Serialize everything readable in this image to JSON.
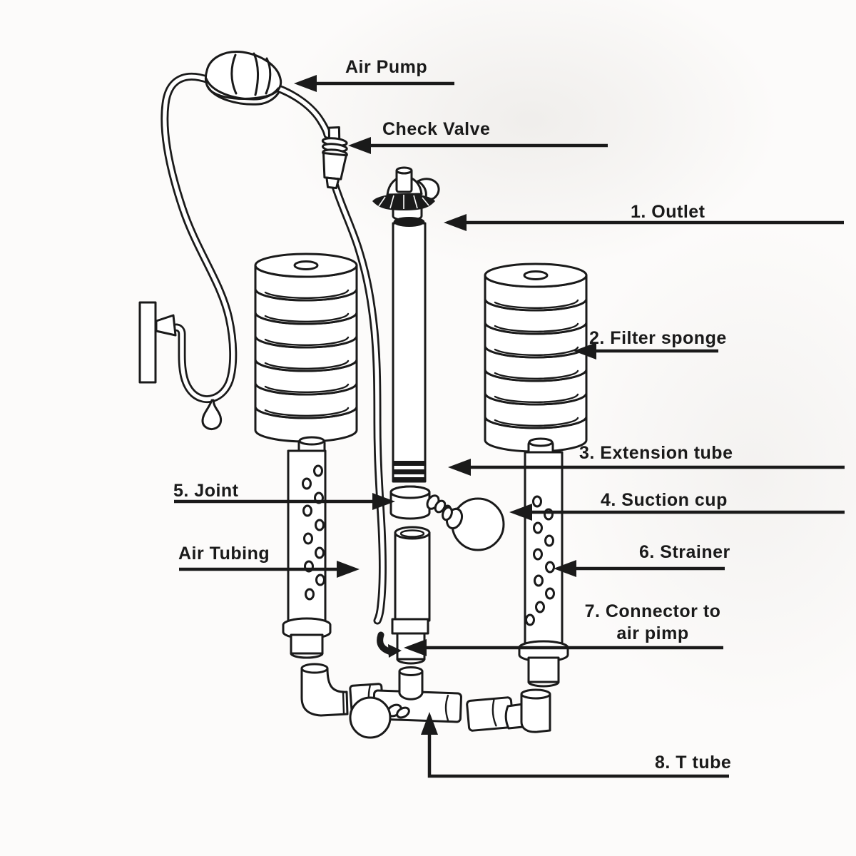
{
  "page": {
    "background": "#fcfbfa",
    "ink": "#1a1a1a",
    "description_type": "exploded parts diagram of aquarium sponge filter"
  },
  "labels": {
    "air_pump": "Air Pump",
    "check_valve": "Check Valve",
    "outlet": "1. Outlet",
    "filter_sponge": "2. Filter sponge",
    "extension_tube": "3. Extension tube",
    "suction_cup": "4. Suction cup",
    "joint": "5. Joint",
    "air_tubing": "Air Tubing",
    "strainer": "6. Strainer",
    "connector_line1": "7. Connector to",
    "connector_line2": "air pimp",
    "t_tube": "8. T tube"
  }
}
